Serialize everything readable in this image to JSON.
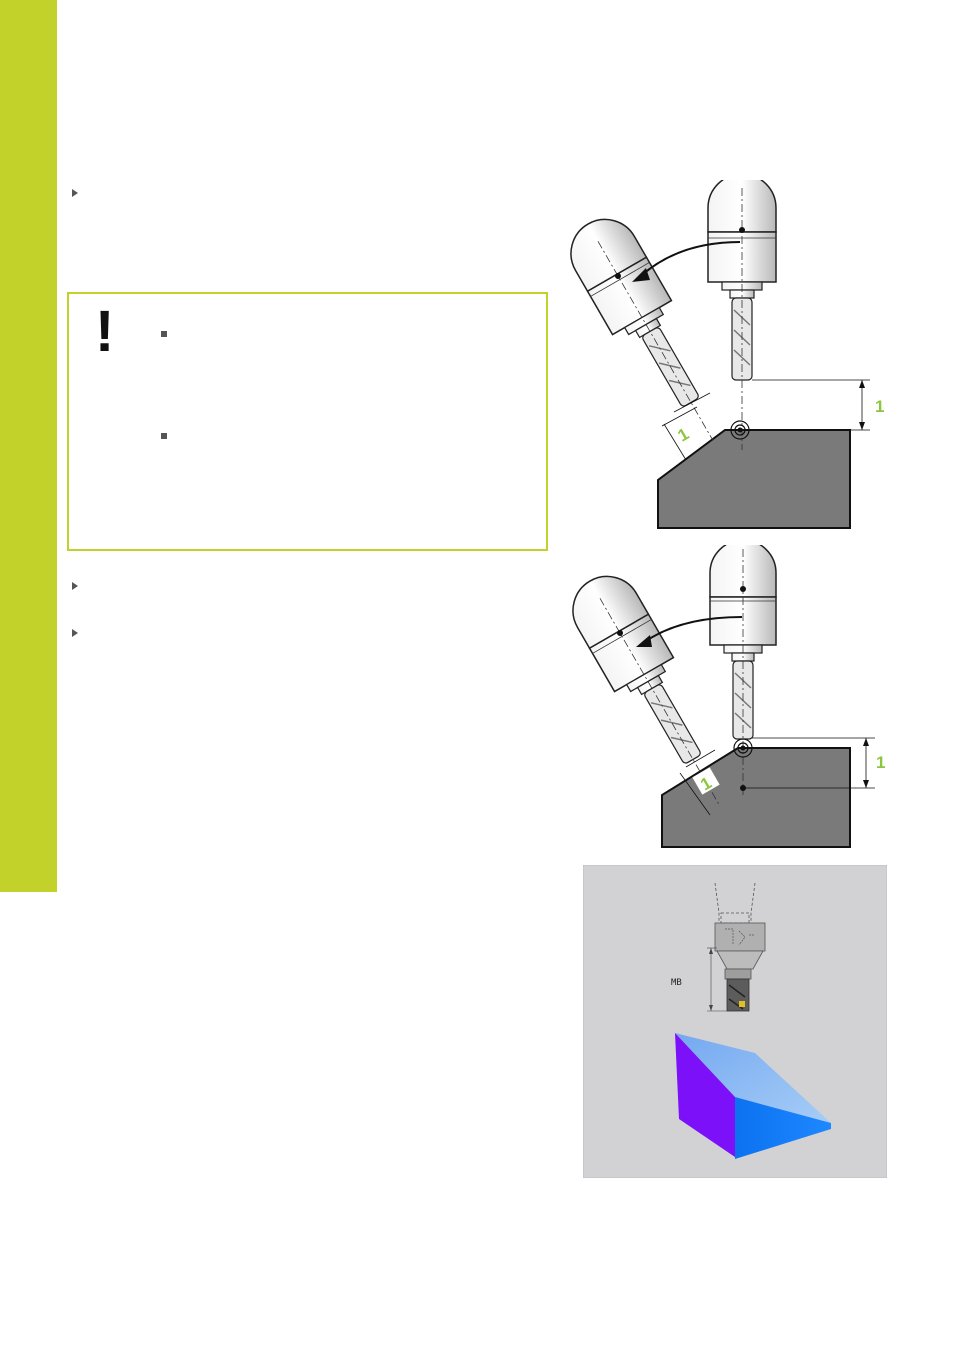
{
  "notice": {
    "icon": "exclamation-icon"
  },
  "figure1": {
    "dimension_label_diagonal": "1",
    "dimension_label_vertical": "1"
  },
  "figure2": {
    "dimension_label_diagonal": "1",
    "dimension_label_vertical": "1"
  },
  "figure3": {
    "tool_length_label": "MB"
  },
  "colors": {
    "accent": "#c3d22a",
    "label_green": "#8cc63f",
    "workpiece": "#7a7a7a",
    "panel_bg": "#d2d2d4"
  }
}
